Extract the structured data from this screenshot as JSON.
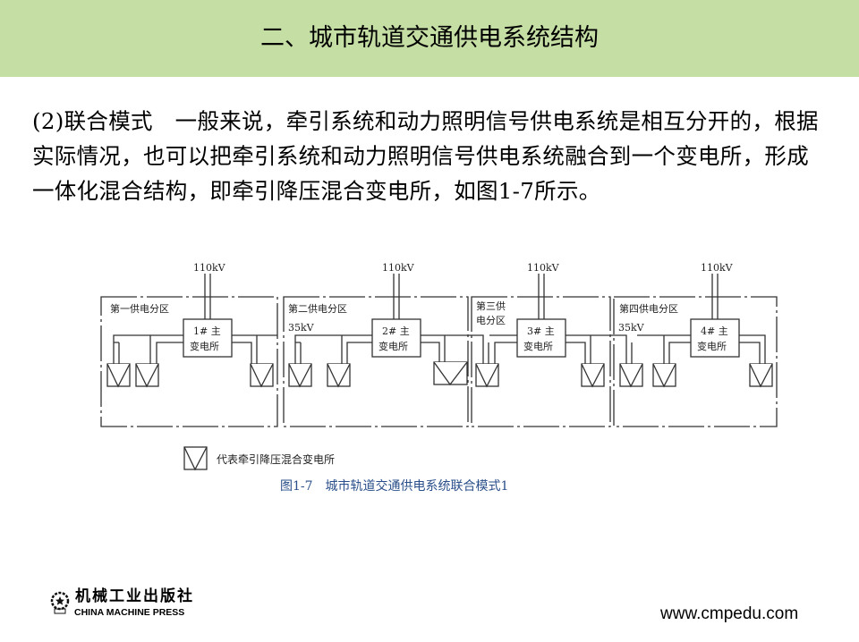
{
  "header": {
    "title": "二、城市轨道交通供电系统结构"
  },
  "body": {
    "paragraph": "(2)联合模式　一般来说，牵引系统和动力照明信号供电系统是相互分开的，根据实际情况，也可以把牵引系统和动力照明信号供电系统融合到一个变电所，形成一体化混合结构，即牵引降压混合变电所，如图1-7所示。"
  },
  "diagram": {
    "voltage_in": "110kV",
    "voltage_mid": "35kV",
    "zones": [
      "第一供电分区",
      "第二供电分区",
      "第三供",
      "电分区",
      "第四供电分区"
    ],
    "stations": [
      {
        "l1": "1# 主",
        "l2": "变电所"
      },
      {
        "l1": "2# 主",
        "l2": "变电所"
      },
      {
        "l1": "3# 主",
        "l2": "变电所"
      },
      {
        "l1": "4# 主",
        "l2": "变电所"
      }
    ],
    "legend": "代表牵引降压混合变电所",
    "caption": "图1-7　城市轨道交通供电系统联合模式1"
  },
  "footer": {
    "publisher_cn": "机械工业出版社",
    "publisher_en": "CHINA MACHINE PRESS",
    "url": "www.cmpedu.com"
  }
}
